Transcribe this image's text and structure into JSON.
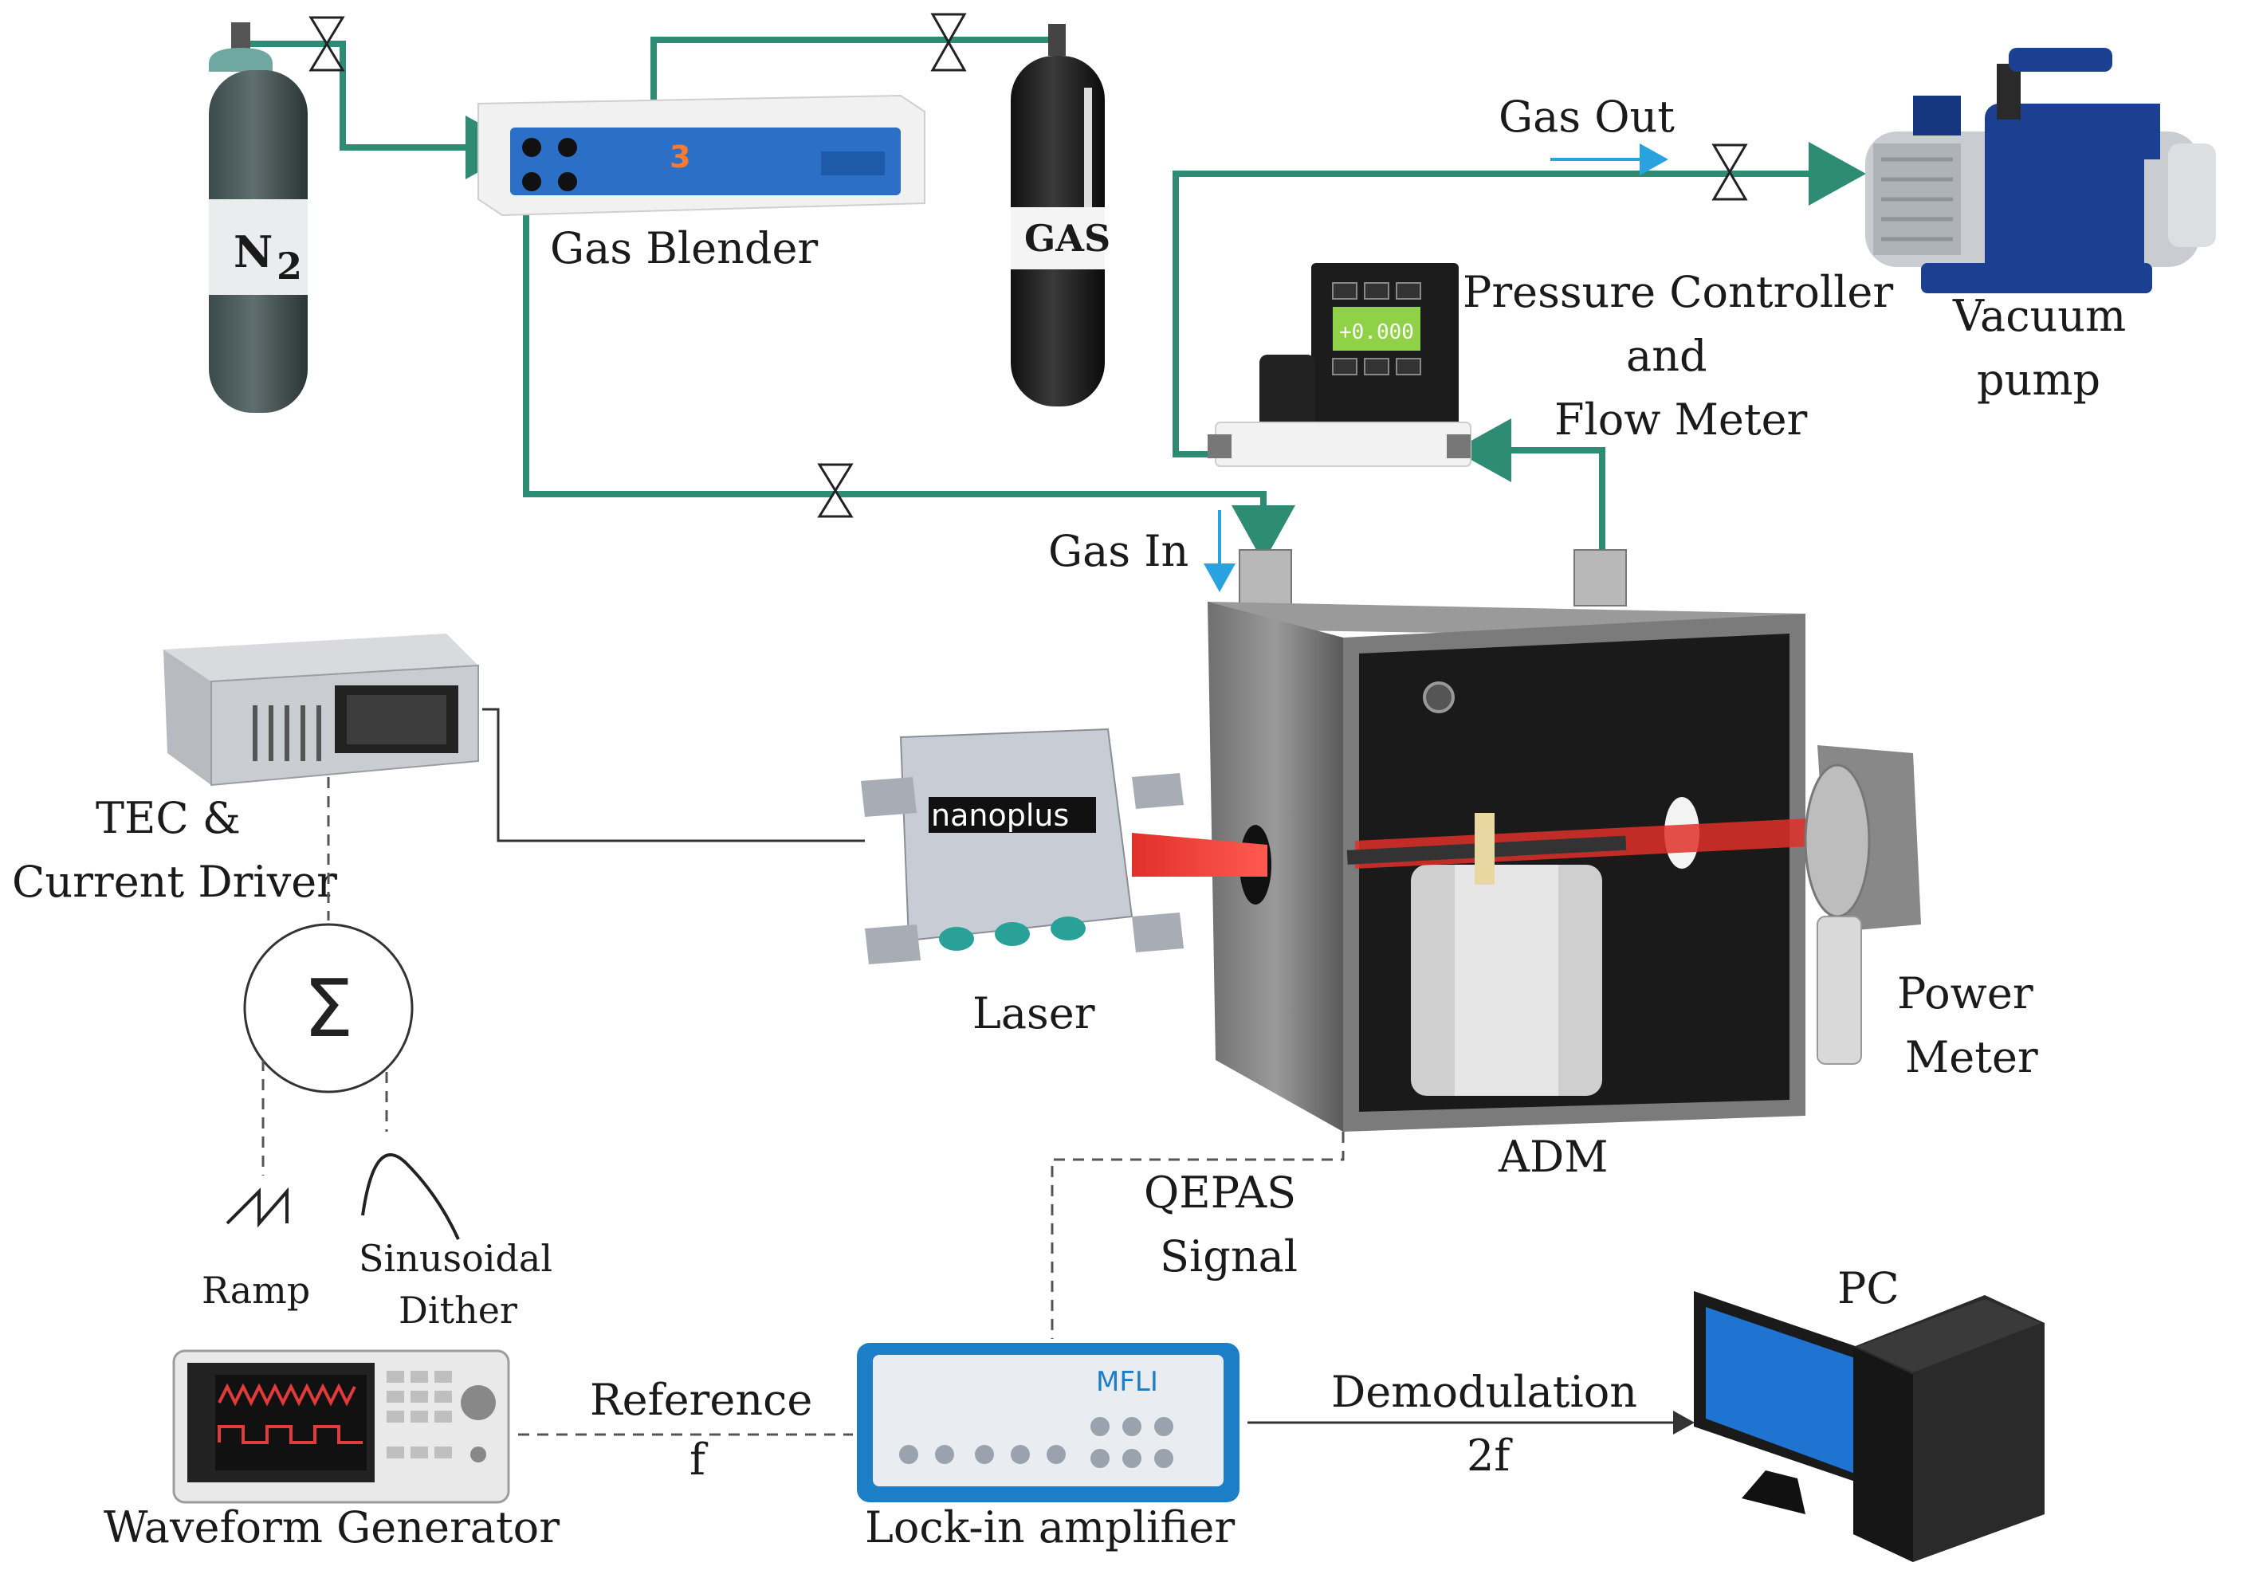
{
  "labels": {
    "n2": "N",
    "n2_sub": "2",
    "gas": "GAS",
    "gas_blender": "Gas Blender",
    "gas_out": "Gas Out",
    "vacuum_pump_1": "Vacuum",
    "vacuum_pump_2": "pump",
    "pressure_controller_1": "Pressure Controller",
    "pressure_controller_2": "and",
    "pressure_controller_3": "Flow Meter",
    "gas_in": "Gas In",
    "tec_1": "TEC &",
    "tec_2": "Current Driver",
    "laser": "Laser",
    "laser_brand": "nanoplus",
    "power_meter_1": "Power",
    "power_meter_2": "Meter",
    "adm": "ADM",
    "qepas_1": "QEPAS",
    "qepas_2": "Signal",
    "ramp": "Ramp",
    "sinusoidal_1": "Sinusoidal",
    "sinusoidal_2": "Dither",
    "reference_1": "Reference",
    "reference_2": "f",
    "demod_1": "Demodulation",
    "demod_2": "2f",
    "pc": "PC",
    "waveform_generator": "Waveform Generator",
    "lockin": "Lock-in amplifier",
    "lockin_brand": "MFLI",
    "sigma": "Σ",
    "blender_num": "3",
    "pressure_display": "+0.000"
  },
  "colors": {
    "pipe": "#2e8b74",
    "arrow_blue": "#29a3e0",
    "laser_beam": "#e0302a"
  }
}
